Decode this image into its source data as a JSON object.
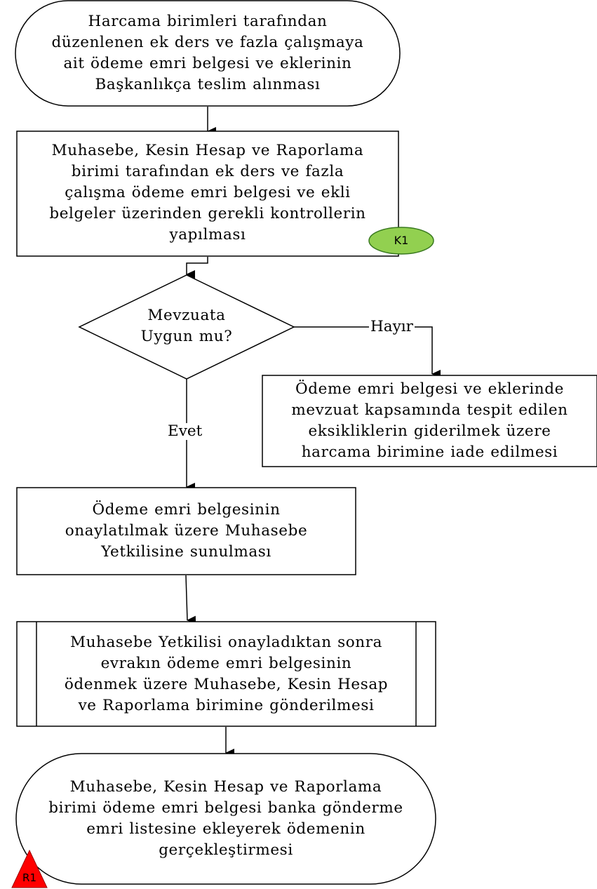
{
  "colors": {
    "line": "#000000",
    "k1_fill": "#92d050",
    "r1_fill": "#ff0000"
  },
  "nodes": {
    "start": {
      "shape": "terminator",
      "lines": [
        "Harcama birimleri tarafından",
        "düzenlenen ek ders ve fazla çalışmaya",
        "ait ödeme emri belgesi ve eklerinin",
        "Başkanlıkça teslim alınması"
      ]
    },
    "control": {
      "shape": "process",
      "lines": [
        "Muhasebe, Kesin Hesap ve Raporlama",
        "birimi tarafından ek ders ve fazla",
        "çalışma ödeme emri belgesi ve ekli",
        "belgeler üzerinden gerekli kontrollerin",
        "yapılması"
      ]
    },
    "decision": {
      "shape": "decision",
      "lines": [
        "Mevzuata",
        "Uygun mu?"
      ]
    },
    "return": {
      "shape": "process",
      "lines": [
        "Ödeme emri belgesi ve eklerinde",
        "mevzuat kapsamında tespit edilen",
        "eksikliklerin giderilmek üzere",
        "harcama birimine iade edilmesi"
      ]
    },
    "submit": {
      "shape": "process",
      "lines": [
        "Ödeme emri belgesinin",
        "onaylatılmak üzere Muhasebe",
        "Yetkilisine sunulması"
      ]
    },
    "send": {
      "shape": "predefined-process",
      "lines": [
        "Muhasebe Yetkilisi onayladıktan sonra",
        "evrakın ödeme emri belgesinin",
        "ödenmek üzere Muhasebe, Kesin Hesap",
        "ve Raporlama birimine gönderilmesi"
      ]
    },
    "end": {
      "shape": "terminator",
      "lines": [
        "Muhasebe, Kesin Hesap ve Raporlama",
        "birimi ödeme emri belgesi banka gönderme",
        "emri listesine ekleyerek ödemenin",
        "gerçekleştirmesi"
      ]
    }
  },
  "edges": {
    "yes_label": "Evet",
    "no_label": "Hayır"
  },
  "badges": {
    "k1": "K1",
    "r1": "R1"
  }
}
